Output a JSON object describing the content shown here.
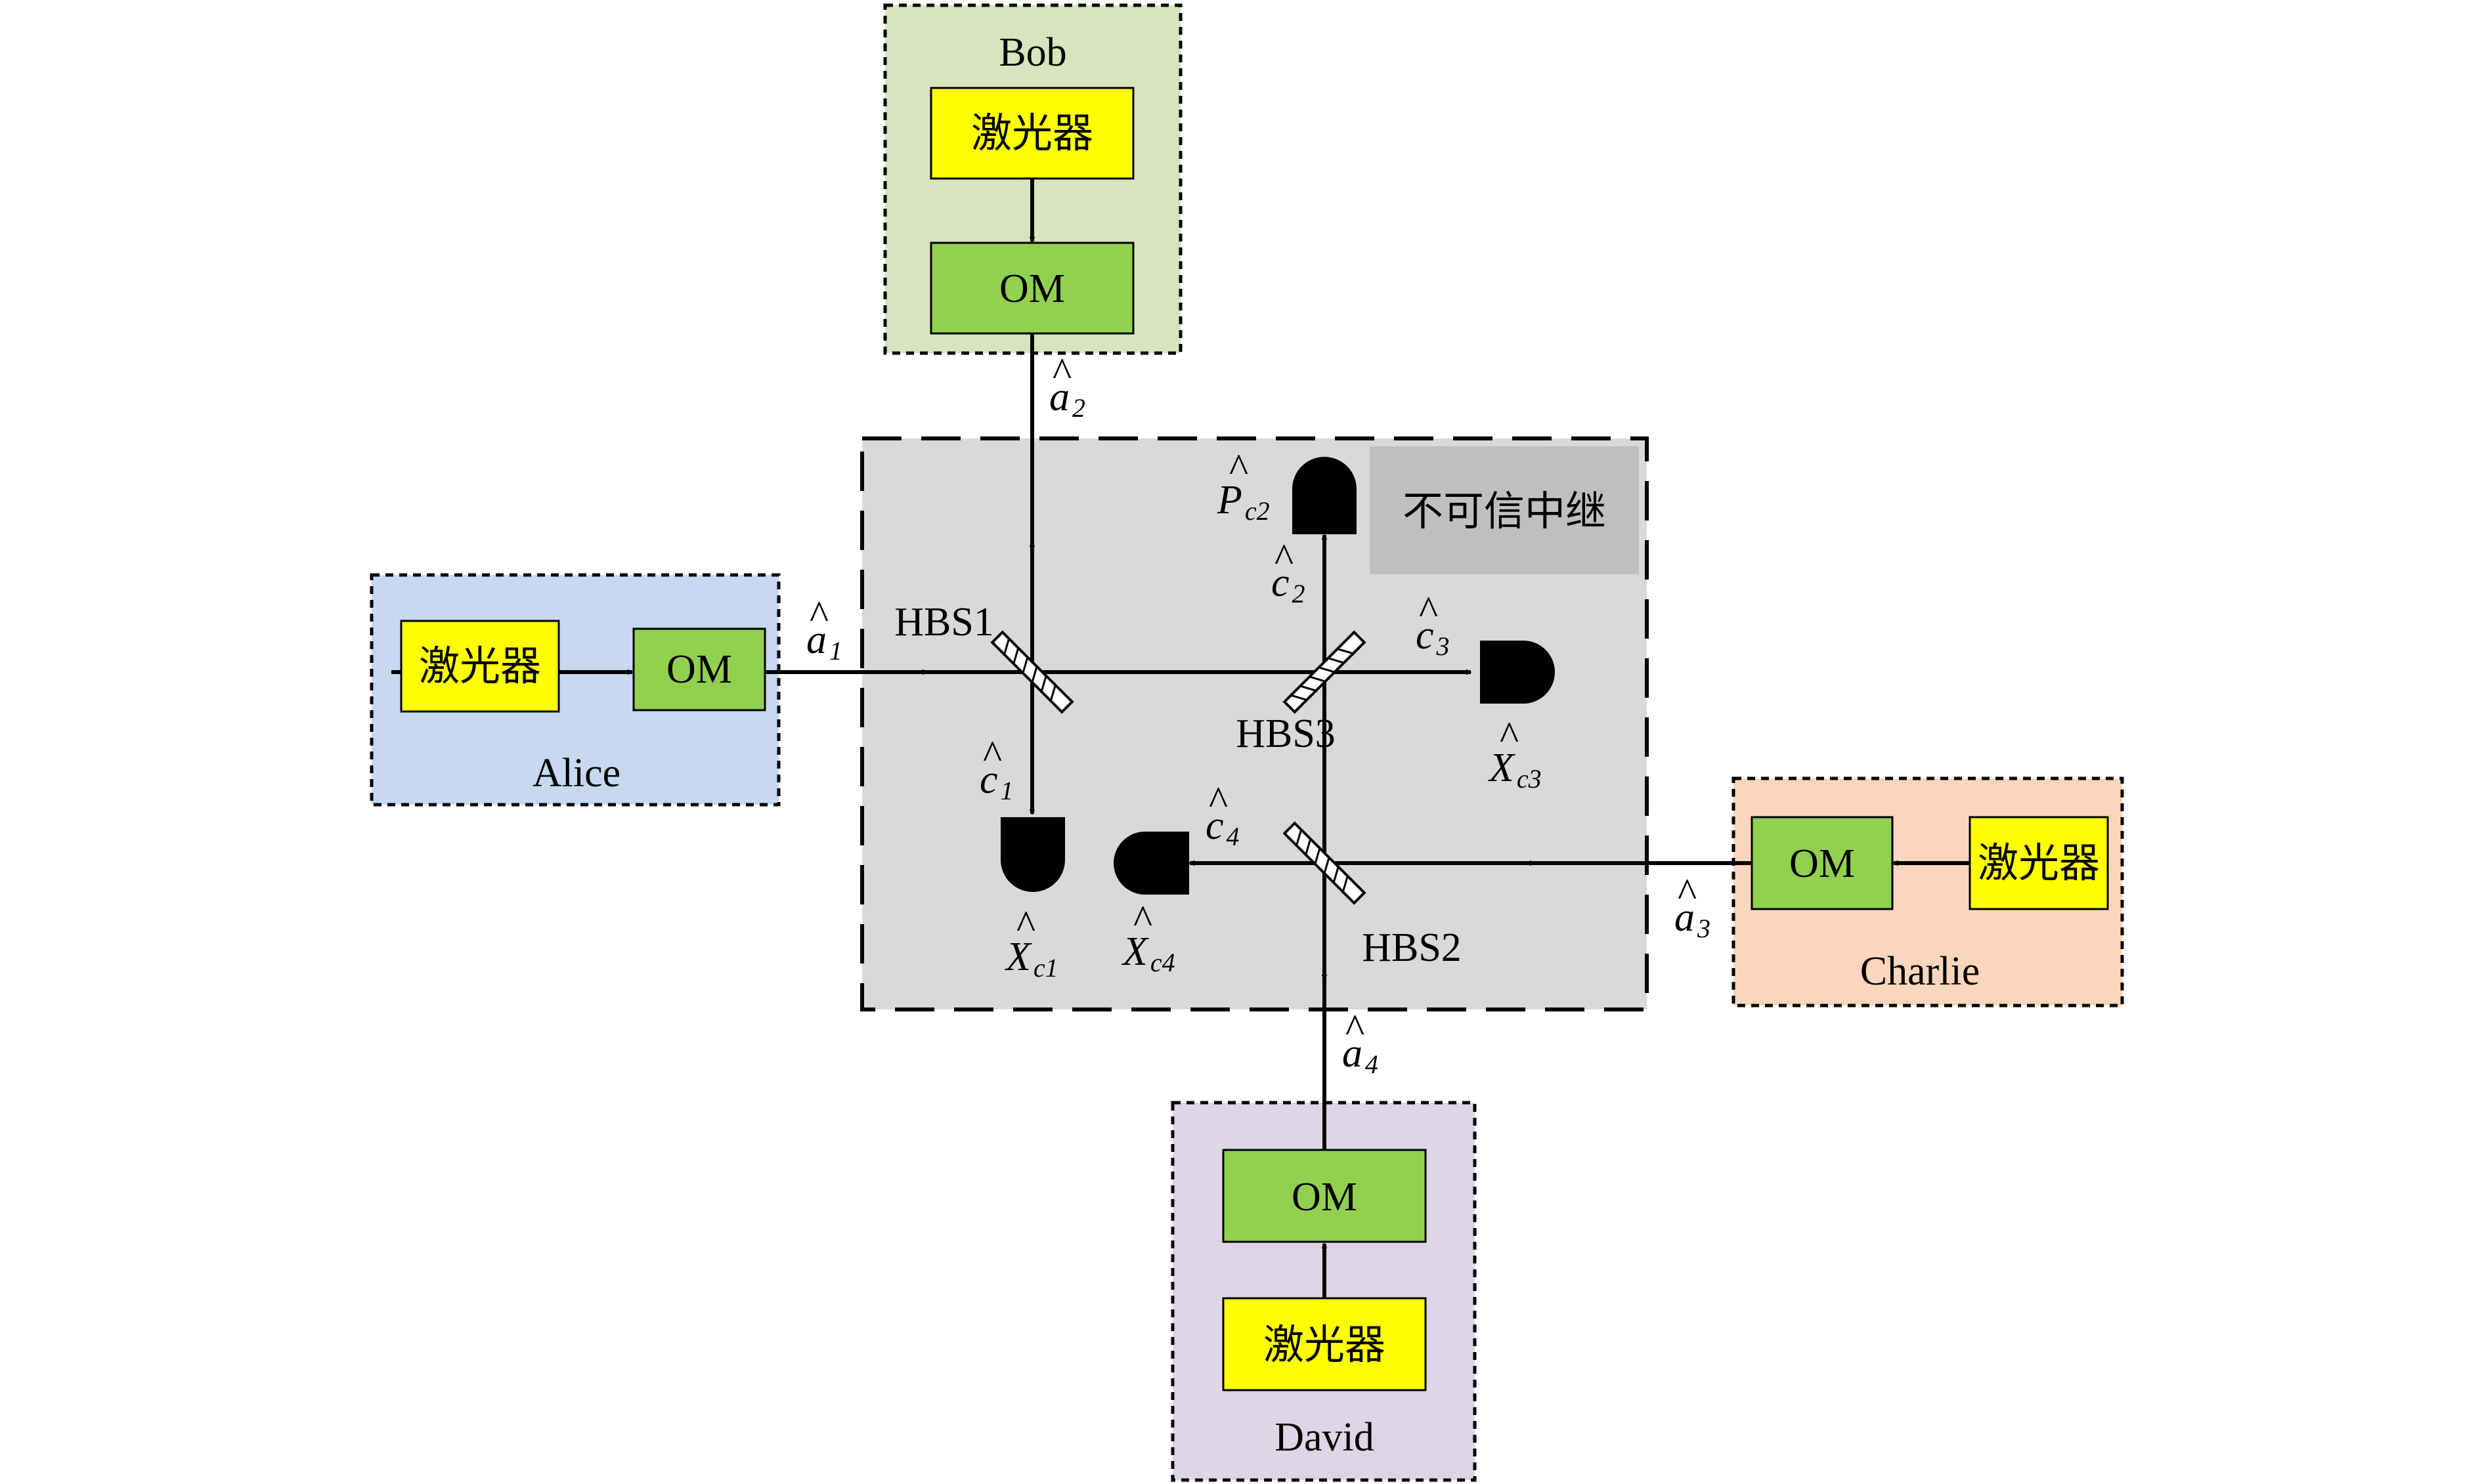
{
  "parties": {
    "bob": {
      "name": "Bob",
      "laser": "激光器",
      "om": "OM",
      "fill": "#d7e4bd"
    },
    "alice": {
      "name": "Alice",
      "laser": "激光器",
      "om": "OM",
      "fill": "#c6d9f0"
    },
    "charlie": {
      "name": "Charlie",
      "laser": "激光器",
      "om": "OM",
      "fill": "#fad7bc"
    },
    "david": {
      "name": "David",
      "laser": "激光器",
      "om": "OM",
      "fill": "#ddd6e6"
    }
  },
  "relay": {
    "label": "不可信中继",
    "fill": "#d9d9d9",
    "label_fill": "#bfbfbf"
  },
  "beam_splitters": [
    "HBS1",
    "HBS2",
    "HBS3"
  ],
  "modes": {
    "a1": {
      "base": "a",
      "sub": "1"
    },
    "a2": {
      "base": "a",
      "sub": "2"
    },
    "a3": {
      "base": "a",
      "sub": "3"
    },
    "a4": {
      "base": "a",
      "sub": "4"
    },
    "c1": {
      "base": "c",
      "sub": "1"
    },
    "c2": {
      "base": "c",
      "sub": "2"
    },
    "c3": {
      "base": "c",
      "sub": "3"
    },
    "c4": {
      "base": "c",
      "sub": "4"
    }
  },
  "detectors": {
    "xc1": {
      "base": "X",
      "sub": "c1"
    },
    "xc3": {
      "base": "X",
      "sub": "c3"
    },
    "xc4": {
      "base": "X",
      "sub": "c4"
    },
    "pc2": {
      "base": "P",
      "sub": "c2"
    }
  },
  "colors": {
    "laser": "#ffff00",
    "om": "#92d050",
    "detector": "#000000"
  }
}
